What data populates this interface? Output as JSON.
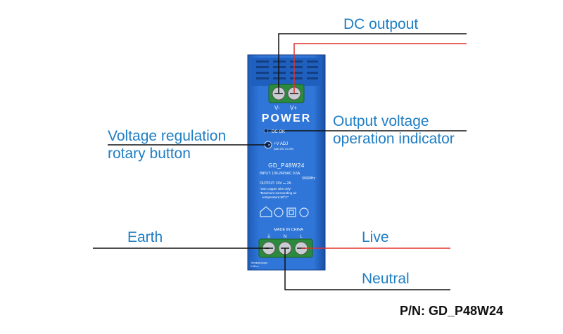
{
  "labels": {
    "dc_output": "DC outpout",
    "output_voltage_line1": "Output voltage",
    "output_voltage_line2": "operation indicator",
    "voltage_reg_line1": "Voltage regulation",
    "voltage_reg_line2": "rotary button",
    "earth": "Earth",
    "live": "Live",
    "neutral": "Neutral"
  },
  "part_number": "P/N: GD_P48W24",
  "device": {
    "top_terminal_minus": "V-",
    "top_terminal_plus": "V+",
    "brand": "POWER",
    "dc_ok": "DC OK",
    "adj_label": "+V ADJ",
    "adj_sub": "(Max.28V 24-28V)",
    "model": "GD_P48W24",
    "input_line1": "INPUT: 100-240VAC 0.6A",
    "input_line2": "50/60Hz",
    "output": "OUTPUT: 24V ⎓ 2A",
    "note1": "\"Use copper wire only\"",
    "note2": "\"Maximum surrounding air",
    "note3": "temperature:50°C\"",
    "made_in": "MADE IN CHINA",
    "terminal_earth": "⏚",
    "terminal_n": "N",
    "terminal_l": "L",
    "torque_line1": "Terminal torque",
    "torque_line2": "0.5N·m"
  },
  "colors": {
    "label_blue": "#1f7ec4",
    "housing_blue": "#2b6fd0",
    "live_wire": "#e0312c",
    "wire_black": "#111111"
  }
}
